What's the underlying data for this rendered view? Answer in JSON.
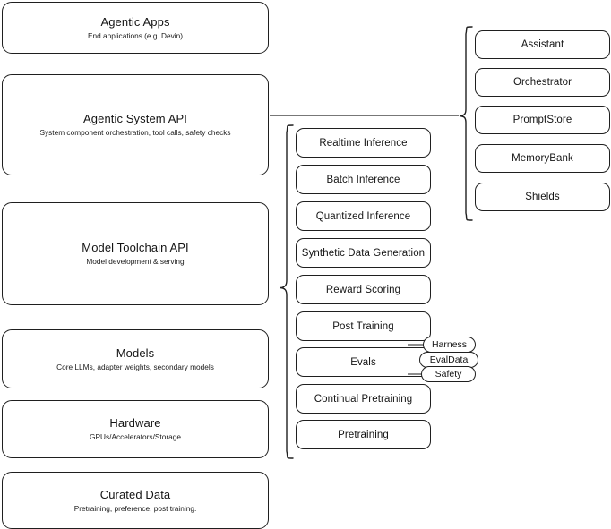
{
  "diagram": {
    "type": "layered-stack-architecture",
    "background": "#ffffff",
    "stroke_color": "#1f1f1f"
  },
  "stack": {
    "items": [
      {
        "title": "Agentic Apps",
        "subtitle": "End applications (e.g. Devin)"
      },
      {
        "title": "Agentic System API",
        "subtitle": "System component orchestration, tool calls, safety checks"
      },
      {
        "title": "Model Toolchain API",
        "subtitle": "Model development & serving"
      },
      {
        "title": "Models",
        "subtitle": "Core LLMs, adapter weights, secondary models"
      },
      {
        "title": "Hardware",
        "subtitle": "GPUs/Accelerators/Storage"
      },
      {
        "title": "Curated Data",
        "subtitle": "Pretraining, preference, post training."
      }
    ]
  },
  "toolchain_column": {
    "items": [
      {
        "label": "Realtime Inference"
      },
      {
        "label": "Batch Inference"
      },
      {
        "label": "Quantized Inference"
      },
      {
        "label": "Synthetic Data Generation"
      },
      {
        "label": "Reward Scoring"
      },
      {
        "label": "Post Training"
      },
      {
        "label": "Evals"
      },
      {
        "label": "Continual Pretraining"
      },
      {
        "label": "Pretraining"
      }
    ]
  },
  "agentic_column": {
    "items": [
      {
        "label": "Assistant"
      },
      {
        "label": "Orchestrator"
      },
      {
        "label": "PromptStore"
      },
      {
        "label": "MemoryBank"
      },
      {
        "label": "Shields"
      }
    ]
  },
  "evals_pills": {
    "items": [
      {
        "label": "Harness"
      },
      {
        "label": "EvalData"
      },
      {
        "label": "Safety"
      }
    ]
  }
}
